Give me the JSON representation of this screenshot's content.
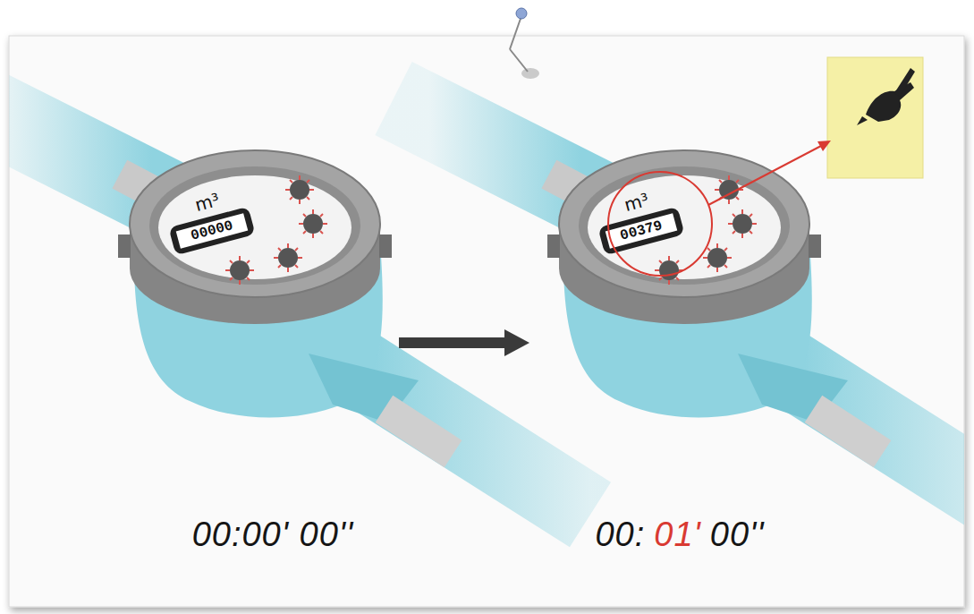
{
  "diagram": {
    "labels": [
      "m³",
      "00000",
      "00:00' 00''",
      "m³",
      "00379",
      "00:",
      "01'",
      "00''"
    ]
  }
}
